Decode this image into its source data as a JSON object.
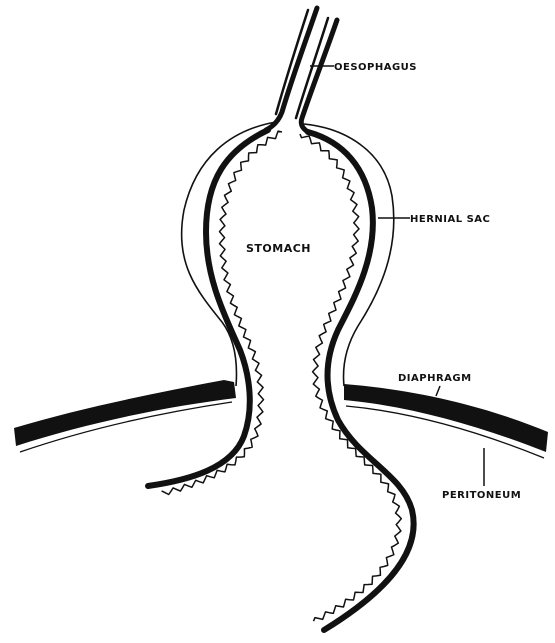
{
  "labels": {
    "oesophagus": "OESOPHAGUS",
    "hernial_sac": "HERNIAL SAC",
    "stomach": "STOMACH",
    "diaphragm": "DIAPHRAGM",
    "peritoneum": "PERITONEUM"
  },
  "colors": {
    "ink": "#111111",
    "background": "#ffffff"
  }
}
